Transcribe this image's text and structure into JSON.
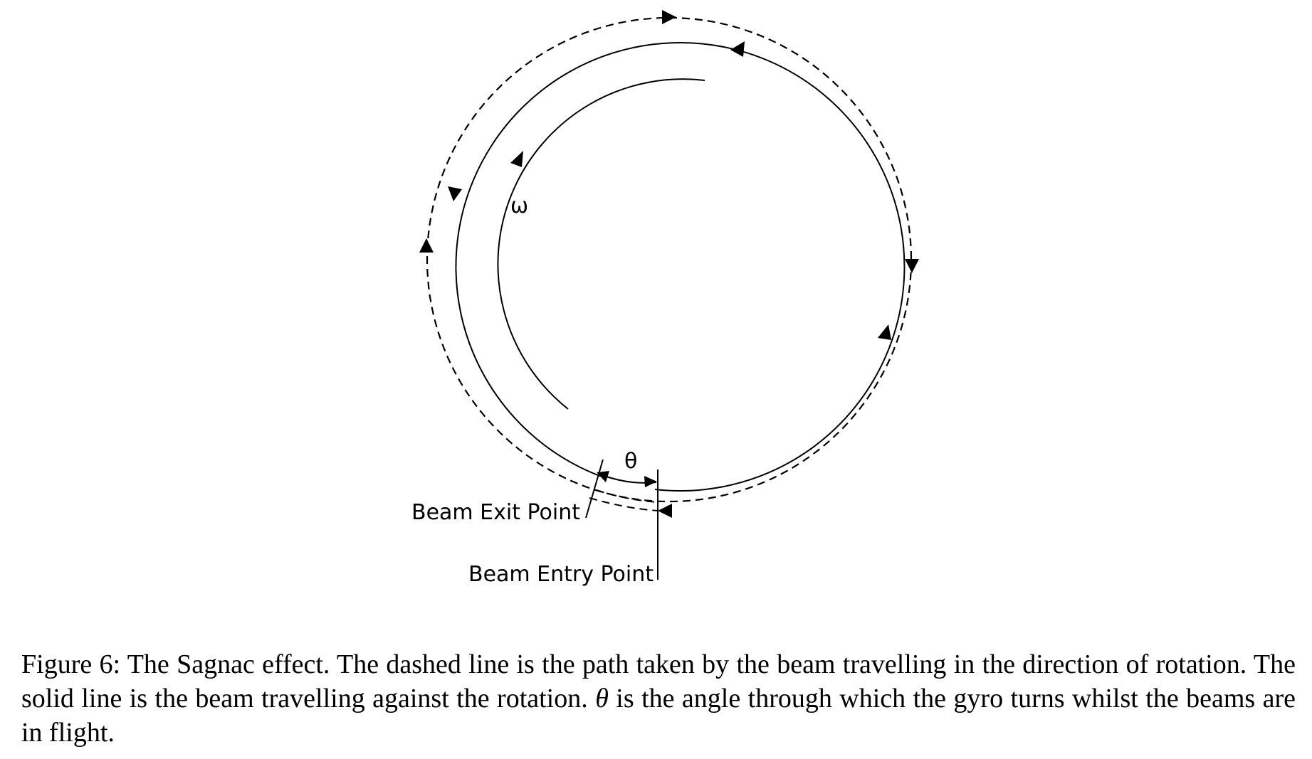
{
  "diagram": {
    "omega_label": "ω",
    "theta_label": "θ",
    "exit_label": "Beam Exit Point",
    "entry_label": "Beam Entry Point",
    "solid_arrow_directions": [
      "counterclockwise"
    ],
    "dashed_arrow_directions": [
      "clockwise"
    ]
  },
  "caption": {
    "figure_label": "Figure 6:",
    "text_part1": "The Sagnac effect. The dashed line is the path taken by the beam travelling in the direction of rotation. The solid line is the beam travelling against the rotation.",
    "theta_symbol": "θ",
    "text_part2": "is the angle through which the gyro turns whilst the beams are in flight."
  }
}
